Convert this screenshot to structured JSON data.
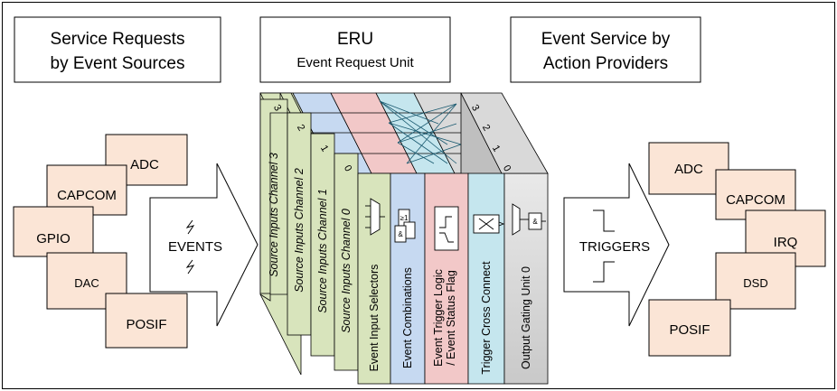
{
  "headers": {
    "left": [
      "Service Requests",
      "by Event Sources"
    ],
    "center_title": "ERU",
    "center_subtitle": "Event Request Unit",
    "right": [
      "Event Service by",
      "Action Providers"
    ]
  },
  "event_sources": [
    "ADC",
    "CAPCOM",
    "GPIO",
    "DAC",
    "POSIF"
  ],
  "events_label": "EVENTS",
  "triggers_label": "TRIGGERS",
  "action_providers": [
    "ADC",
    "CAPCOM",
    "IRQ",
    "DSD",
    "POSIF"
  ],
  "source_channels": [
    "Source Inputs Channel 3",
    "Source Inputs Channel 2",
    "Source Inputs Channel 1",
    "Source Inputs Channel 0"
  ],
  "channel_numbers": [
    "3",
    "2",
    "1",
    "0"
  ],
  "stages": [
    "Event Input Selectors",
    "Event Combinations",
    "Event Trigger Logic",
    "/ Event Status Flag",
    "Trigger Cross Connect",
    "Output Gating Unit 0"
  ],
  "output_numbers": [
    "3",
    "2",
    "1",
    "0"
  ],
  "gate_symbols": {
    "or": "≥1",
    "and": "&"
  },
  "colors": {
    "source_fill": "#fbe5d6",
    "green": "#d8e4bc",
    "blue": "#c6d9f1",
    "red": "#f2c8c8",
    "cyan": "#c5e6ee",
    "gray": "#d9d9d9"
  }
}
